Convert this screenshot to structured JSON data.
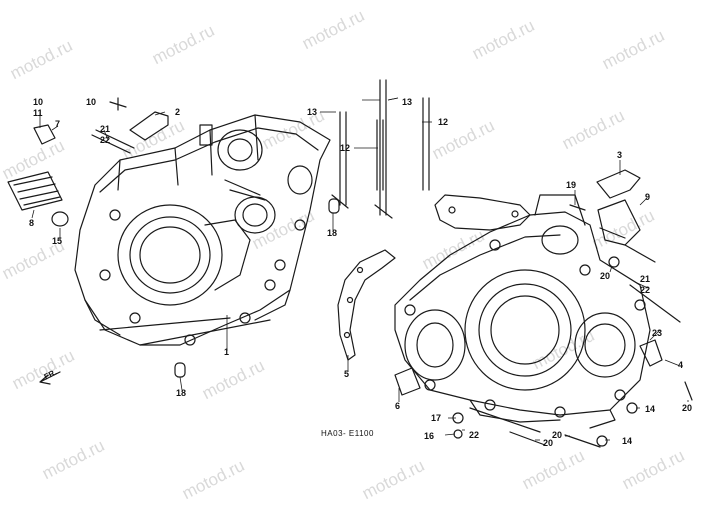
{
  "watermark": "motod.ru",
  "diagram_code": "HA03- E1100",
  "direction_label": "FR.",
  "callouts": {
    "c1": "1",
    "c2": "2",
    "c3": "3",
    "c4": "4",
    "c5": "5",
    "c6": "6",
    "c7": "7",
    "c8": "8",
    "c9": "9",
    "c10a": "10",
    "c10b": "10",
    "c11": "11",
    "c12a": "12",
    "c12b": "12",
    "c13a": "13",
    "c13b": "13",
    "c14a": "14",
    "c14b": "14",
    "c15": "15",
    "c16": "16",
    "c17": "17",
    "c18a": "18",
    "c18b": "18",
    "c19": "19",
    "c20a": "20",
    "c20b": "20",
    "c20c": "20",
    "c20d": "20",
    "c21a": "21",
    "c22a": "22",
    "c21b": "21",
    "c22b": "22",
    "c22c": "22",
    "c23": "23"
  }
}
